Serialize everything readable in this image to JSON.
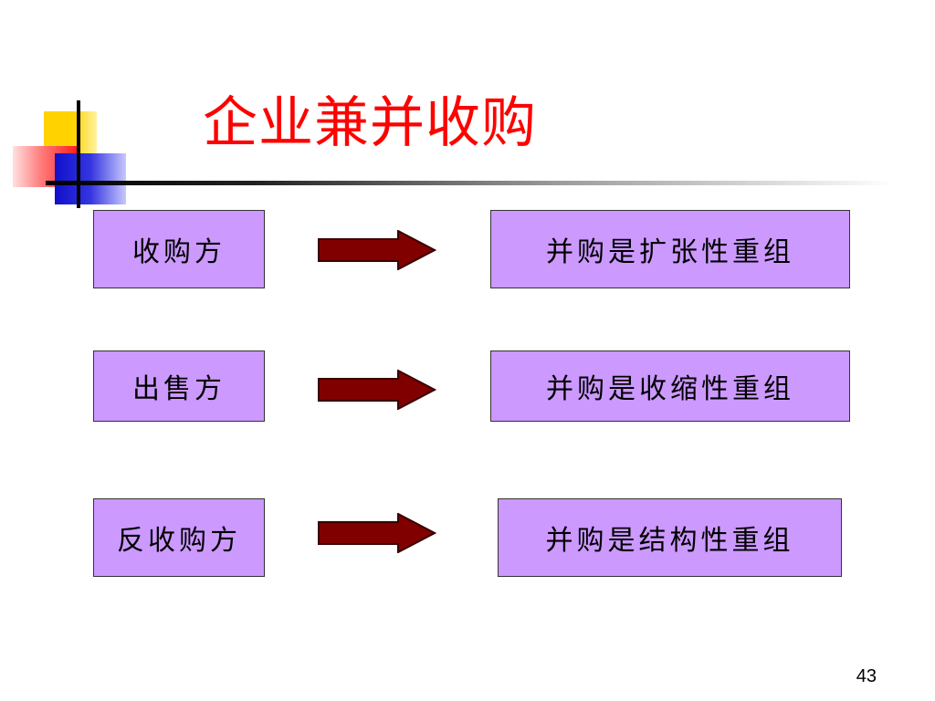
{
  "slide": {
    "title": "企业兼并收购",
    "rows": [
      {
        "left": "收购方",
        "right": "并购是扩张性重组"
      },
      {
        "left": "出售方",
        "right": "并购是收缩性重组"
      },
      {
        "left": "反收购方",
        "right": "并购是结构性重组"
      }
    ],
    "page_number": "43"
  },
  "colors": {
    "title": "#ff0000",
    "box_fill": "#cc99ff",
    "arrow_fill": "#800000"
  }
}
